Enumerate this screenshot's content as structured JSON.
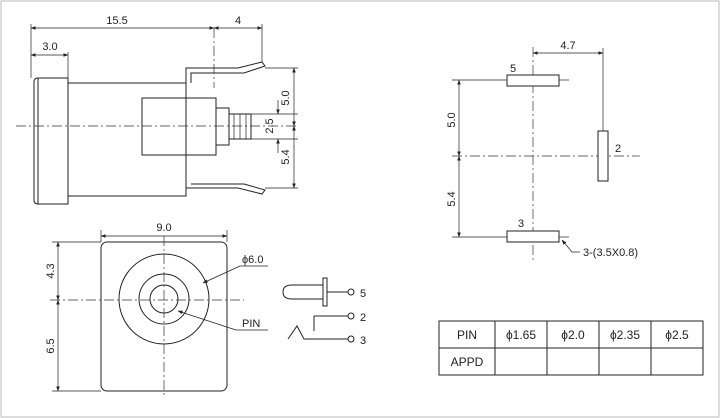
{
  "side_view": {
    "dims": {
      "length": "15.5",
      "tip": "4",
      "front": "3.0",
      "upper": "5.0",
      "pin": "2.5",
      "lower": "5.4"
    }
  },
  "front_view": {
    "dims": {
      "width": "9.0",
      "upper": "4.3",
      "lower": "6.5"
    },
    "labels": {
      "diameter": "ϕ6.0",
      "pin": "PIN"
    }
  },
  "schematic": {
    "pins": [
      "5",
      "2",
      "3"
    ]
  },
  "footprint": {
    "dims": {
      "horizontal": "4.7",
      "upper": "5.0",
      "lower": "5.4"
    },
    "pins": [
      "5",
      "2",
      "3"
    ],
    "note": "3-(3.5X0.8)"
  },
  "table": {
    "row_labels": [
      "PIN",
      "APPD"
    ],
    "columns": [
      "ϕ1.65",
      "ϕ2.0",
      "ϕ2.35",
      "ϕ2.5"
    ]
  }
}
